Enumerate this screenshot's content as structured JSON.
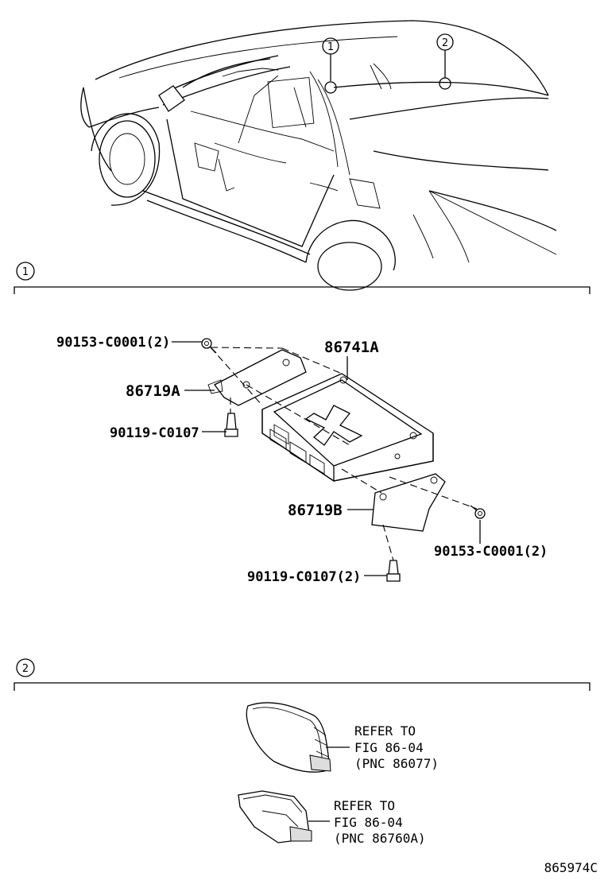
{
  "figure_id": "865974C",
  "callouts": [
    {
      "id": "c1",
      "number": "1"
    },
    {
      "id": "c2",
      "number": "2"
    }
  ],
  "sections": [
    {
      "id": "s1",
      "number": "1"
    },
    {
      "id": "s2",
      "number": "2"
    }
  ],
  "parts": {
    "bolt_top_left": "90153-C0001(2)",
    "amplifier": "86741A",
    "bracket_a": "86719A",
    "screw_left": "90119-C0107",
    "bracket_b": "86719B",
    "bolt_right": "90153-C0001(2)",
    "screw_bottom": "90119-C0107(2)"
  },
  "references": [
    {
      "line1": "REFER TO",
      "line2": "FIG 86-04",
      "line3": "(PNC 86077)"
    },
    {
      "line1": "REFER TO",
      "line2": "FIG 86-04",
      "line3": "(PNC 86760A)"
    }
  ]
}
